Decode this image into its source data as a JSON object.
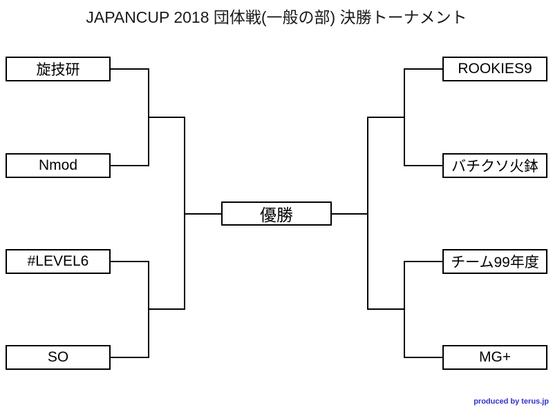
{
  "title": "JAPANCUP 2018 団体戦(一般の部) 決勝トーナメント",
  "champion_label": "優勝",
  "teams": {
    "left_top": [
      "旋技研",
      "Nmod"
    ],
    "left_bottom": [
      "#LEVEL6",
      "SO"
    ],
    "right_top": [
      "ROOKIES9",
      "バチクソ火鉢"
    ],
    "right_bottom": [
      "チーム99年度",
      "MG+"
    ]
  },
  "credit": "produced by terus.jp",
  "colors": {
    "line": "#000000",
    "box_border": "#000000",
    "background": "#ffffff",
    "credit_text": "#3333cc"
  }
}
